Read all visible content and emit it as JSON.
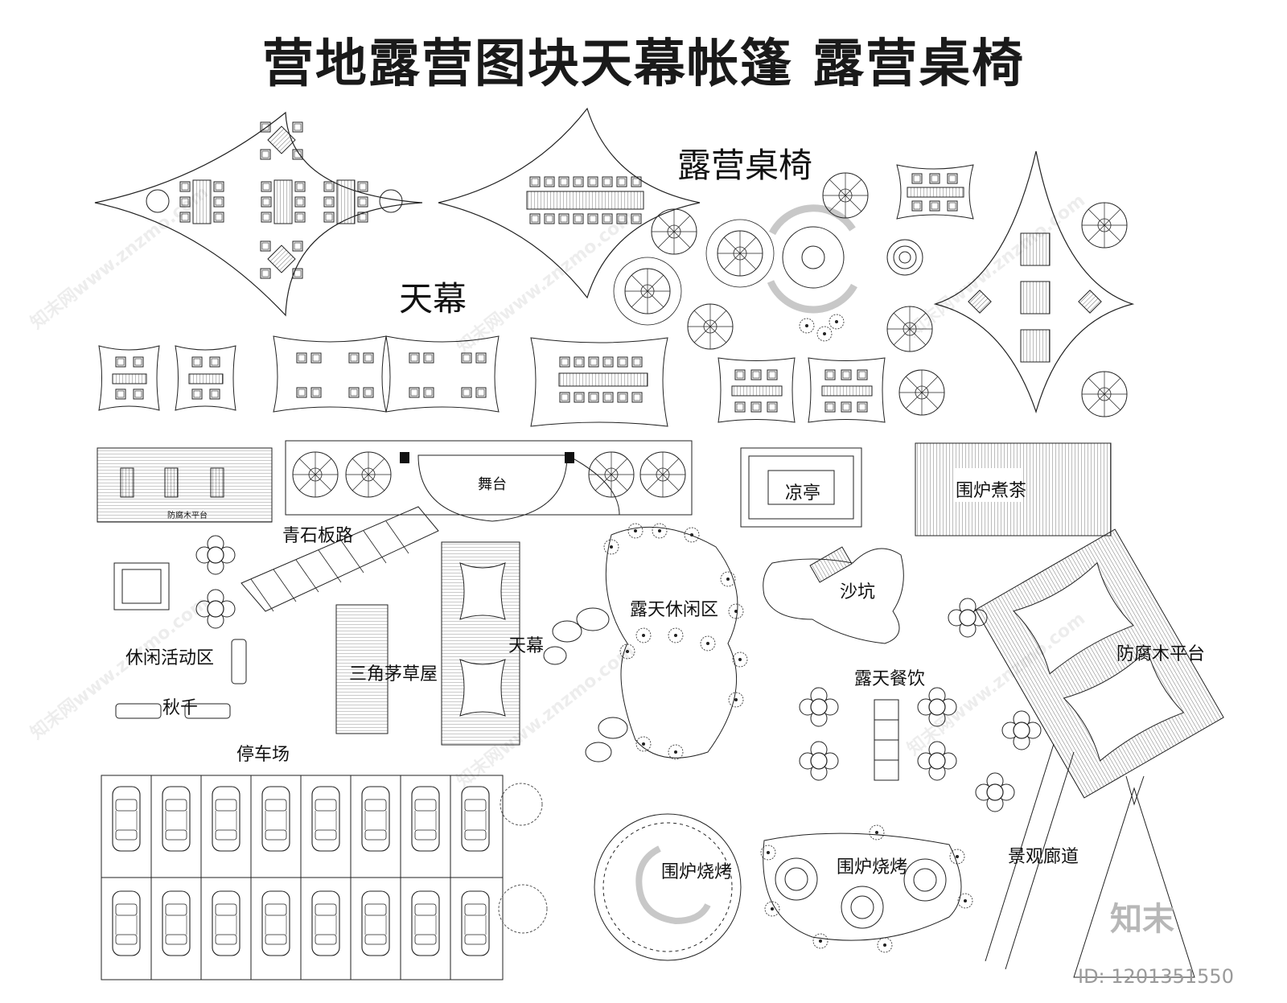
{
  "title": "营地露营图块天幕帐篷  露营桌椅",
  "labels": {
    "table_chairs": "露营桌椅",
    "canopy_top": "天幕",
    "deck_small": "防腐木平台",
    "stage": "舞台",
    "pavilion": "凉亭",
    "tea_stove": "围炉煮茶",
    "stone_path": "青石板路",
    "outdoor_leisure": "露天休闲区",
    "sandpit": "沙坑",
    "leisure_area": "休闲活动区",
    "triangle_hut": "三角茅草屋",
    "canopy_mid": "天幕",
    "deck_right": "防腐木平台",
    "outdoor_dining": "露天餐饮",
    "swing": "秋千",
    "parking": "停车场",
    "bbq_left": "围炉烧烤",
    "bbq_right": "围炉烧烤",
    "corridor": "景观廊道"
  },
  "watermark": "知末网www.znzmo.com",
  "logo_text": "知末",
  "id_text": "ID: 1201351550"
}
